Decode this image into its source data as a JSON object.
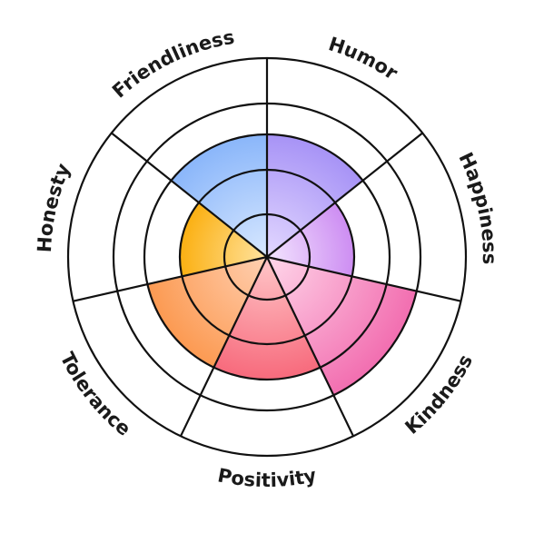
{
  "chart_data": {
    "type": "radial_bar",
    "title": "",
    "categories": [
      "Humor",
      "Happiness",
      "Kindness",
      "Positivity",
      "Tolerance",
      "Honesty",
      "Friendliness"
    ],
    "values": [
      3,
      2,
      4,
      3,
      3,
      2,
      3
    ],
    "scale_max": 4,
    "rings": [
      1,
      2,
      3,
      4
    ],
    "colors": [
      {
        "inner": "#e3d8ff",
        "outer": "#a793f6"
      },
      {
        "inner": "#f3e6ff",
        "outer": "#cd8df2"
      },
      {
        "inner": "#ffd7ea",
        "outer": "#f26eb0"
      },
      {
        "inner": "#ffc7c9",
        "outer": "#f76a7c"
      },
      {
        "inner": "#ffd0b2",
        "outer": "#fc9a52"
      },
      {
        "inner": "#ffe3a0",
        "outer": "#fbb012"
      },
      {
        "inner": "#d8e8ff",
        "outer": "#8ab6fa"
      }
    ],
    "line_color": "#111111",
    "background": "#ffffff"
  }
}
